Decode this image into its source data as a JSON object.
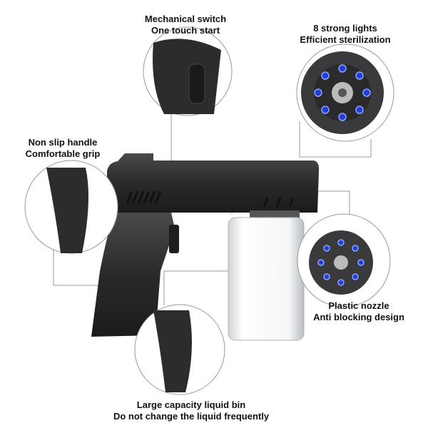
{
  "callouts": {
    "switch": {
      "line1": "Mechanical switch",
      "line2": "One touch start"
    },
    "lights": {
      "line1": "8 strong lights",
      "line2": "Efficient sterilization"
    },
    "handle": {
      "line1": "Non slip handle",
      "line2": "Comfortable grip"
    },
    "nozzle": {
      "line1": "Plastic nozzle",
      "line2": "Anti blocking design"
    },
    "bin": {
      "line1": "Large capacity liquid bin",
      "line2": "Do not change the liquid frequently"
    }
  },
  "colors": {
    "body": "#2b2b2d",
    "light": "#1f3fd6",
    "line": "#9a9a9a"
  }
}
